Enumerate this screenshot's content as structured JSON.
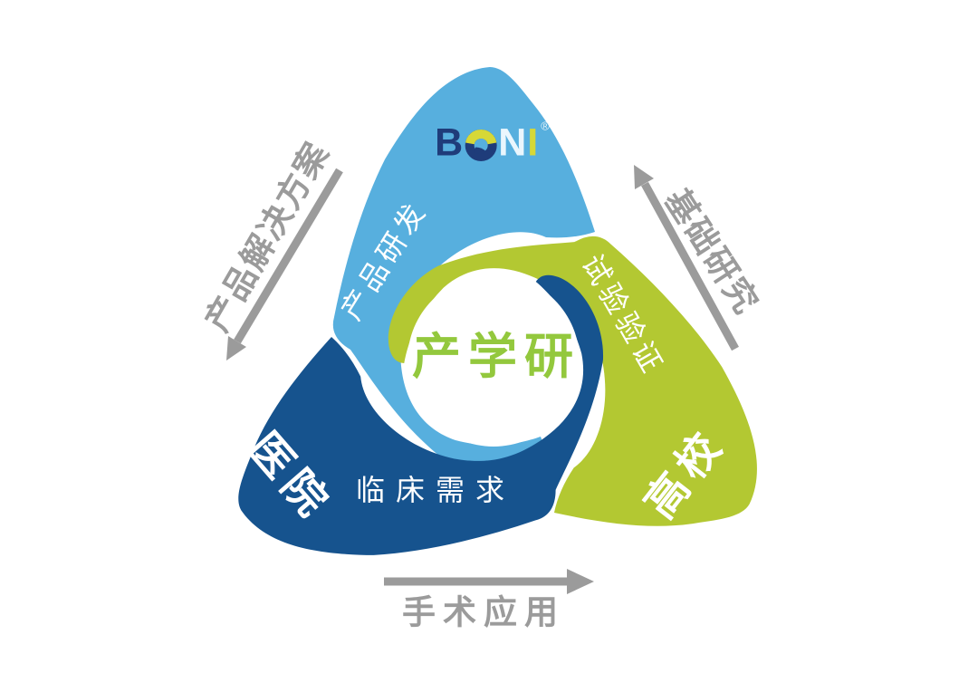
{
  "logo": {
    "letters": [
      "B",
      "O",
      "N",
      "I"
    ],
    "registered_mark": "®"
  },
  "center": {
    "label": "产学研"
  },
  "segments": [
    {
      "name": "product-development",
      "label": "产品研发",
      "color": "#57AFDE"
    },
    {
      "name": "trial-validation",
      "label": "试验验证",
      "entity_label": "高校",
      "color": "#B3C832"
    },
    {
      "name": "clinical-needs",
      "label": "临床需求",
      "entity_label": "医院",
      "color": "#16538E"
    }
  ],
  "arrows": [
    {
      "name": "product-solution",
      "label": "产品解决方案",
      "direction": "down-left"
    },
    {
      "name": "basic-research",
      "label": "基础研究",
      "direction": "up"
    },
    {
      "name": "surgical-application",
      "label": "手术应用",
      "direction": "right"
    }
  ],
  "colors": {
    "light_blue": "#57AFDE",
    "dark_blue": "#16538E",
    "green": "#B3C832",
    "arrow_gray": "#9B9B9B",
    "center_text_green": "#93C83D",
    "logo_navy": "#1F3C7A",
    "logo_yellow": "#D6D837",
    "logo_pale_blue": "#EAF6FD",
    "background": "#FFFFFF"
  }
}
